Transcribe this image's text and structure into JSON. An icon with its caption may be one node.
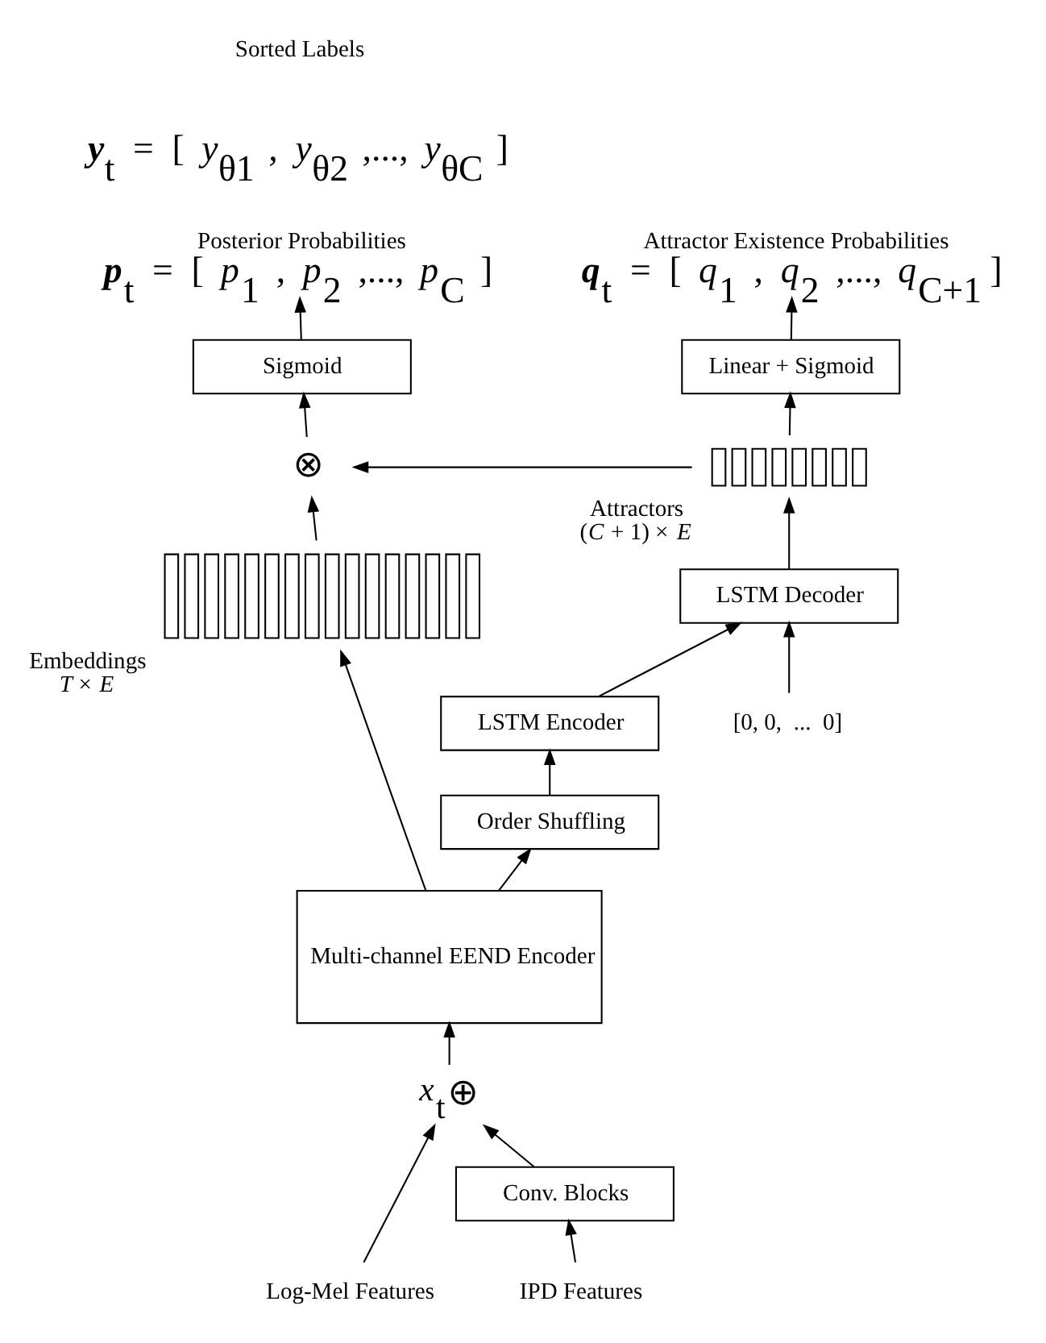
{
  "diagram": {
    "nodes": [
      {
        "text": [
          "Log-Mel Features"
        ]
      },
      {
        "text": [
          "IPD Features"
        ]
      },
      {
        "text": [
          "Conv. Blocks"
        ]
      },
      {
        "text": [
          "⊕"
        ],
        "beside": [
          "*x*$_{t}$"
        ]
      },
      {
        "text": [
          "Multi-channel EEND Encoder"
        ]
      },
      {
        "text": [],
        "shape": "bar",
        "beside": [
          "Embeddings",
          "*T* × *E*"
        ]
      },
      {
        "text": [
          "⊗"
        ]
      },
      {
        "text": [
          "Sigmoid"
        ]
      },
      {
        "text": [
          "Posterior Probabilities",
          "**p**$_{t}$ = [ *p*$_{1}$ , *p*$_{2}$ ,..., *p*$_{C}$ ]"
        ]
      },
      {
        "text": [
          "Order Shuffling"
        ]
      },
      {
        "text": [
          "LSTM Encoder"
        ]
      },
      {
        "text": [
          "[0, 0,  ...  0]"
        ]
      },
      {
        "text": [
          "LSTM Decoder"
        ]
      },
      {
        "text": [],
        "shape": "bar",
        "beside": [
          "Attractors",
          "(*C* + 1) × *E*"
        ]
      },
      {
        "text": [
          "Linear + Sigmoid"
        ]
      },
      {
        "text": [
          "Attractor Existence Probabilities",
          "**q**$_{t}$ = [ *q*$_{1}$ , *q*$_{2}$ ,..., *q*$_{C+1}$ ]"
        ]
      }
    ],
    "edges": [
      {
        "from": 0,
        "to": 3,
        "arrow": "to"
      },
      {
        "from": 1,
        "to": 2,
        "arrow": "to"
      },
      {
        "from": 2,
        "to": 3,
        "arrow": "to"
      },
      {
        "from": 3,
        "to": 4,
        "arrow": "to"
      },
      {
        "from": 4,
        "to": 5,
        "arrow": "to"
      },
      {
        "from": 4,
        "to": 9,
        "arrow": "to"
      },
      {
        "from": 5,
        "to": 6,
        "arrow": "to"
      },
      {
        "from": 13,
        "to": 6,
        "arrow": "to"
      },
      {
        "from": 6,
        "to": 7,
        "arrow": "to"
      },
      {
        "from": 7,
        "to": 8,
        "arrow": "to"
      },
      {
        "from": 9,
        "to": 10,
        "arrow": "to"
      },
      {
        "from": 10,
        "to": 12,
        "arrow": "to"
      },
      {
        "from": 11,
        "to": 12,
        "arrow": "to"
      },
      {
        "from": 12,
        "to": 13,
        "arrow": "to"
      },
      {
        "from": 13,
        "to": 14,
        "arrow": "to"
      },
      {
        "from": 14,
        "to": 15,
        "arrow": "to"
      }
    ],
    "labels": [
      "Sorted Labels",
      "**y**$_{t}$ = [ *y*$_{θ1}$ , *y*$_{θ2}$ ,..., *y*$_{θC}$ ]"
    ]
  }
}
